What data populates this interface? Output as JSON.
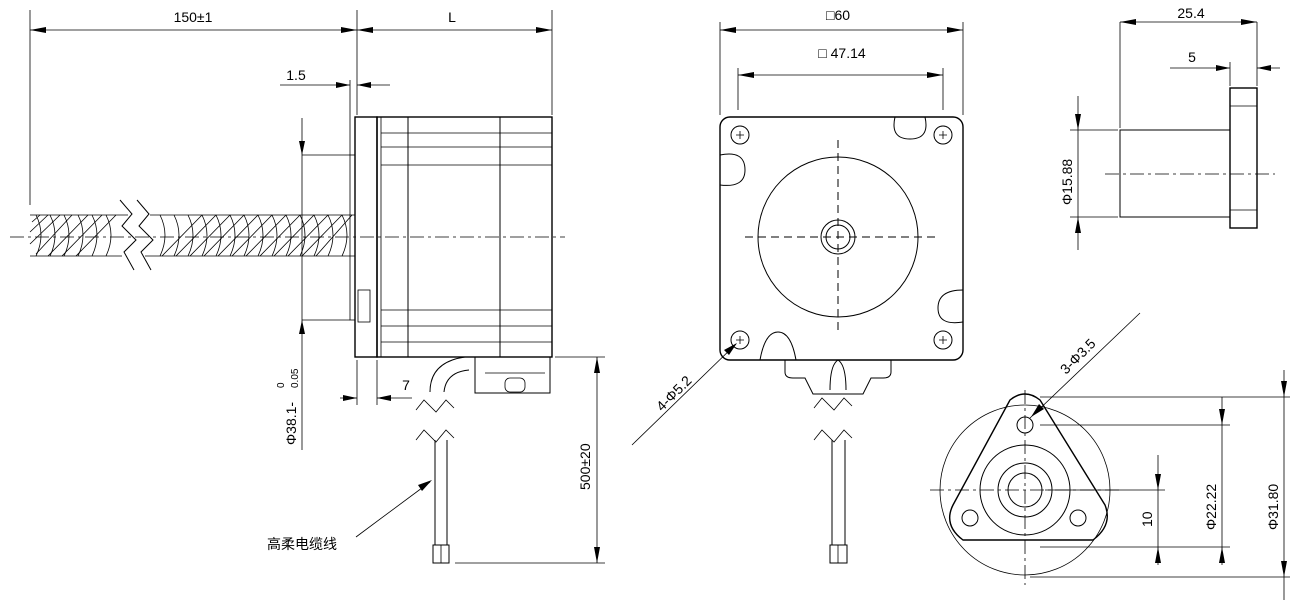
{
  "dimensions": {
    "screw_length": "150±1",
    "motor_length": "L",
    "flange_thickness": "1.5",
    "pilot_diameter": "Φ38.1-",
    "pilot_tol_upper": "0",
    "pilot_tol_lower": "0.05",
    "pilot_height": "7",
    "cable_length": "500±20",
    "frame_size": "□60",
    "hole_spacing": "□ 47.14",
    "mount_holes": "4-Φ5.2",
    "nut_length": "25.4",
    "nut_flange": "5",
    "nut_diameter": "Φ15.88",
    "nut_holes": "3-Φ3.5",
    "nut_offset": "10",
    "nut_hole_circle": "Φ22.22",
    "nut_flange_diameter": "Φ31.80"
  },
  "labels": {
    "cable": "高柔电缆线"
  }
}
